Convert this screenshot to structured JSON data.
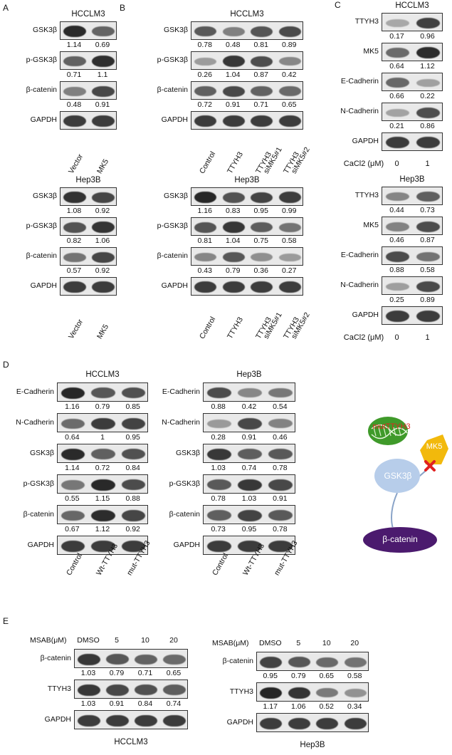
{
  "panels": {
    "A": {
      "label": "A",
      "blocks": [
        {
          "title": "HCCLM3",
          "rows": [
            "GSK3β",
            "p-GSK3β",
            "β-catenin",
            "GAPDH"
          ],
          "values": [
            [
              "1.14",
              "0.69"
            ],
            [
              "0.71",
              "1.1"
            ],
            [
              "0.48",
              "0.91"
            ],
            []
          ],
          "lanes": [
            "Vector",
            "MK5"
          ]
        },
        {
          "title": "Hep3B",
          "rows": [
            "GSK3β",
            "p-GSK3β",
            "β-catenin",
            "GAPDH"
          ],
          "values": [
            [
              "1.08",
              "0.92"
            ],
            [
              "0.82",
              "1.06"
            ],
            [
              "0.57",
              "0.92"
            ],
            []
          ],
          "lanes": [
            "Vector",
            "MK5"
          ]
        }
      ]
    },
    "B": {
      "label": "B",
      "blocks": [
        {
          "title": "HCCLM3",
          "rows": [
            "GSK3β",
            "p-GSK3β",
            "β-catenin",
            "GAPDH"
          ],
          "values": [
            [
              "0.78",
              "0.48",
              "0.81",
              "0.89"
            ],
            [
              "0.26",
              "1.04",
              "0.87",
              "0.42"
            ],
            [
              "0.72",
              "0.91",
              "0.71",
              "0.65"
            ],
            []
          ],
          "lanes": [
            "Control",
            "TTYH3",
            "TTYH3\nsiMK5#1",
            "TTYH3\nsiMK5#2"
          ]
        },
        {
          "title": "Hep3B",
          "rows": [
            "GSK3β",
            "p-GSK3β",
            "β-catenin",
            "GAPDH"
          ],
          "values": [
            [
              "1.16",
              "0.83",
              "0.95",
              "0.99"
            ],
            [
              "0.81",
              "1.04",
              "0.75",
              "0.58"
            ],
            [
              "0.43",
              "0.79",
              "0.36",
              "0.27"
            ],
            []
          ],
          "lanes": [
            "Control",
            "TTYH3",
            "TTYH3\nsiMK5#1",
            "TTYH3\nsiMK5#2"
          ]
        }
      ]
    },
    "C": {
      "label": "C",
      "blocks": [
        {
          "title": "HCCLM3",
          "rows": [
            "TTYH3",
            "MK5",
            "E-Cadherin",
            "N-Cadherin",
            "GAPDH"
          ],
          "values": [
            [
              "0.17",
              "0.96"
            ],
            [
              "0.64",
              "1.12"
            ],
            [
              "0.66",
              "0.22"
            ],
            [
              "0.21",
              "0.86"
            ],
            []
          ],
          "cacl_label": "CaCl2 (μM)",
          "cacl_values": [
            "0",
            "1"
          ]
        },
        {
          "title": "Hep3B",
          "rows": [
            "TTYH3",
            "MK5",
            "E-Cadherin",
            "N-Cadherin",
            "GAPDH"
          ],
          "values": [
            [
              "0.44",
              "0.73"
            ],
            [
              "0.46",
              "0.87"
            ],
            [
              "0.88",
              "0.58"
            ],
            [
              "0.25",
              "0.89"
            ],
            []
          ],
          "cacl_label": "CaCl2 (μM)",
          "cacl_values": [
            "0",
            "1"
          ]
        }
      ]
    },
    "D": {
      "label": "D",
      "blocks": [
        {
          "title": "HCCLM3",
          "rows": [
            "E-Cadherin",
            "N-Cadherin",
            "GSK3β",
            "p-GSK3β",
            "β-catenin",
            "GAPDH"
          ],
          "values": [
            [
              "1.16",
              "0.79",
              "0.85"
            ],
            [
              "0.64",
              "1",
              "0.95"
            ],
            [
              "1.14",
              "0.72",
              "0.84"
            ],
            [
              "0.55",
              "1.15",
              "0.88"
            ],
            [
              "0.67",
              "1.12",
              "0.92"
            ],
            []
          ],
          "lanes": [
            "Control",
            "Wt-TTYH3",
            "mut-TTYH3"
          ]
        },
        {
          "title": "Hep3B",
          "rows": [
            "E-Cadherin",
            "N-Cadherin",
            "GSK3β",
            "p-GSK3β",
            "β-catenin",
            "GAPDH"
          ],
          "values": [
            [
              "0.88",
              "0.42",
              "0.54"
            ],
            [
              "0.28",
              "0.91",
              "0.46"
            ],
            [
              "1.03",
              "0.74",
              "0.78"
            ],
            [
              "0.78",
              "1.03",
              "0.91"
            ],
            [
              "0.73",
              "0.95",
              "0.78"
            ],
            []
          ],
          "lanes": [
            "Control",
            "Wt-TTYH3",
            "mut-TTYH3"
          ]
        }
      ],
      "diagram": {
        "mut_label": "mutTTYH3",
        "mk5_label": "MK5",
        "gsk_label": "GSK3β",
        "bcat_label": "β-catenin",
        "colors": {
          "mut_text": "#e0261f",
          "dna": "#3f9a2a",
          "mk5": "#f2b90c",
          "gsk": "#b7cdea",
          "bcat": "#4b1a6e",
          "cross": "#e02020"
        }
      }
    },
    "E": {
      "label": "E",
      "blocks": [
        {
          "title": "HCCLM3",
          "header": [
            "MSAB(μM)",
            "DMSO",
            "5",
            "10",
            "20"
          ],
          "rows": [
            "β-catenin",
            "TTYH3",
            "GAPDH"
          ],
          "values": [
            [
              "1.03",
              "0.79",
              "0.71",
              "0.65"
            ],
            [
              "1.03",
              "0.91",
              "0.84",
              "0.74"
            ],
            []
          ]
        },
        {
          "title": "Hep3B",
          "header": [
            "MSAB(μM)",
            "DMSO",
            "5",
            "10",
            "20"
          ],
          "rows": [
            "β-catenin",
            "TTYH3",
            "GAPDH"
          ],
          "values": [
            [
              "0.95",
              "0.79",
              "0.65",
              "0.58"
            ],
            [
              "1.17",
              "1.06",
              "0.52",
              "0.34"
            ],
            []
          ]
        }
      ]
    }
  }
}
